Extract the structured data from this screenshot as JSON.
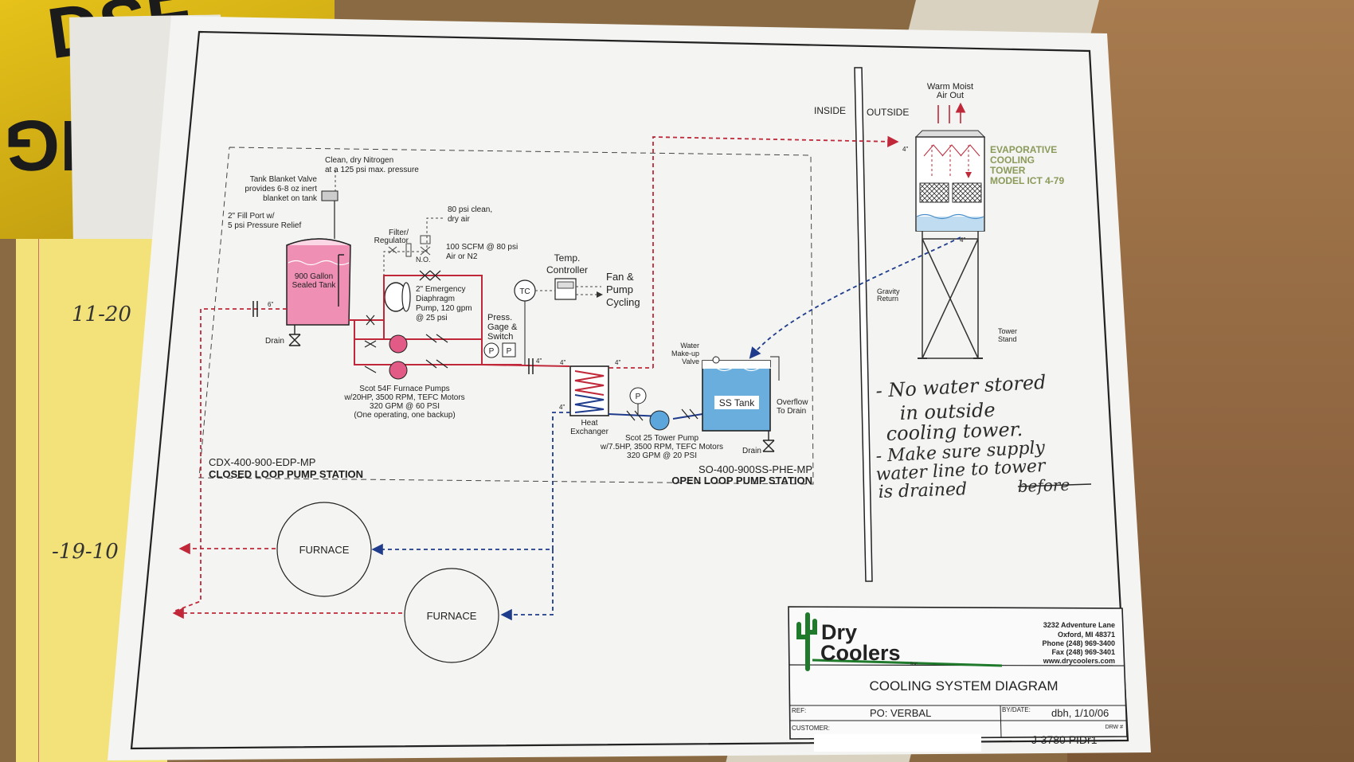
{
  "background": {
    "sign_text_1": "DSE",
    "sign_text_2": "NG",
    "legal_pad_notes": [
      "11-20",
      "-19-10"
    ]
  },
  "diagram": {
    "inside_label": "INSIDE",
    "outside_label": "OUTSIDE",
    "tower": {
      "warm_air": [
        "Warm Moist",
        "Air Out"
      ],
      "name": [
        "EVAPORATIVE",
        "COOLING",
        "TOWER",
        "MODEL ICT 4-79"
      ],
      "gravity_return": [
        "Gravity",
        "Return"
      ],
      "stand": [
        "Tower",
        "Stand"
      ]
    },
    "closed_loop": {
      "nitrogen": [
        "Clean, dry Nitrogen",
        "at a 125 psi max. pressure"
      ],
      "blanket_valve": [
        "Tank Blanket Valve",
        "provides 6-8 oz inert",
        "blanket on tank"
      ],
      "fill_port": [
        "2\" Fill Port w/",
        "5 psi Pressure Relief"
      ],
      "clean_air": [
        "80 psi clean,",
        "dry air"
      ],
      "filter_regulator": [
        "Filter/",
        "Regulator"
      ],
      "scfm": [
        "100 SCFM @ 80 psi",
        "Air or N2"
      ],
      "no_label": "N.O.",
      "tank": [
        "900 Gallon",
        "Sealed Tank"
      ],
      "drain": "Drain",
      "emergency_pump": [
        "2\" Emergency",
        "Diaphragm",
        "Pump, 120 gpm",
        "@ 25 psi"
      ],
      "temp_controller": [
        "Temp.",
        "Controller"
      ],
      "tc": "TC",
      "fan_pump": [
        "Fan &",
        "Pump",
        "Cycling"
      ],
      "press_gage": [
        "Press.",
        "Gage &",
        "Switch"
      ],
      "gauge_p": "P",
      "furnace_pumps": [
        "Scot 54F Furnace Pumps",
        "w/20HP, 3500 RPM, TEFC Motors",
        "320 GPM @ 60 PSI",
        "(One operating, one backup)"
      ],
      "station_id": "CDX-400-900-EDP-MP",
      "station_name": "CLOSED LOOP PUMP STATION"
    },
    "open_loop": {
      "heat_exchanger": [
        "Heat",
        "Exchanger"
      ],
      "water_makeup": [
        "Water",
        "Make-up",
        "Valve"
      ],
      "ss_tank": "SS Tank",
      "overflow": [
        "Overflow",
        "To Drain"
      ],
      "drain": "Drain",
      "tower_pump": [
        "Scot 25 Tower Pump",
        "w/7.5HP, 3500 RPM, TEFC Motors",
        "320 GPM @ 20 PSI"
      ],
      "station_id": "SO-400-900SS-PHE-MP",
      "station_name": "OPEN LOOP PUMP STATION"
    },
    "pipe_sizes": {
      "six": "6\"",
      "four": "4\""
    },
    "furnace_label": "FURNACE"
  },
  "notes_handwritten": [
    "- No water stored",
    "in outside",
    "cooling tower.",
    "- Make sure supply",
    "water line to tower",
    "is drained",
    "before"
  ],
  "title_block": {
    "company_line1": "Dry",
    "company_line2": "Coolers",
    "company_inc": "Inc.",
    "address": [
      "3232 Adventure Lane",
      "Oxford, MI 48371",
      "Phone (248) 969-3400",
      "Fax (248) 969-3401",
      "www.drycoolers.com"
    ],
    "title": "COOLING SYSTEM DIAGRAM",
    "ref_label": "REF:",
    "ref_value": "PO: VERBAL",
    "bydate_label": "BY/DATE:",
    "bydate_value": "dbh, 1/10/06",
    "customer_label": "CUSTOMER:",
    "drw_label": "DRW #",
    "drw_value": "J-3780 PIDr1"
  },
  "colors": {
    "hot_pipe": "#c0283a",
    "cold_pipe": "#1f3c8c",
    "tank_pink": "#f08fb4",
    "ss_tank_blue": "#6aaede",
    "tower_text": "#8a9a5a",
    "company_green": "#1f7a2c"
  }
}
